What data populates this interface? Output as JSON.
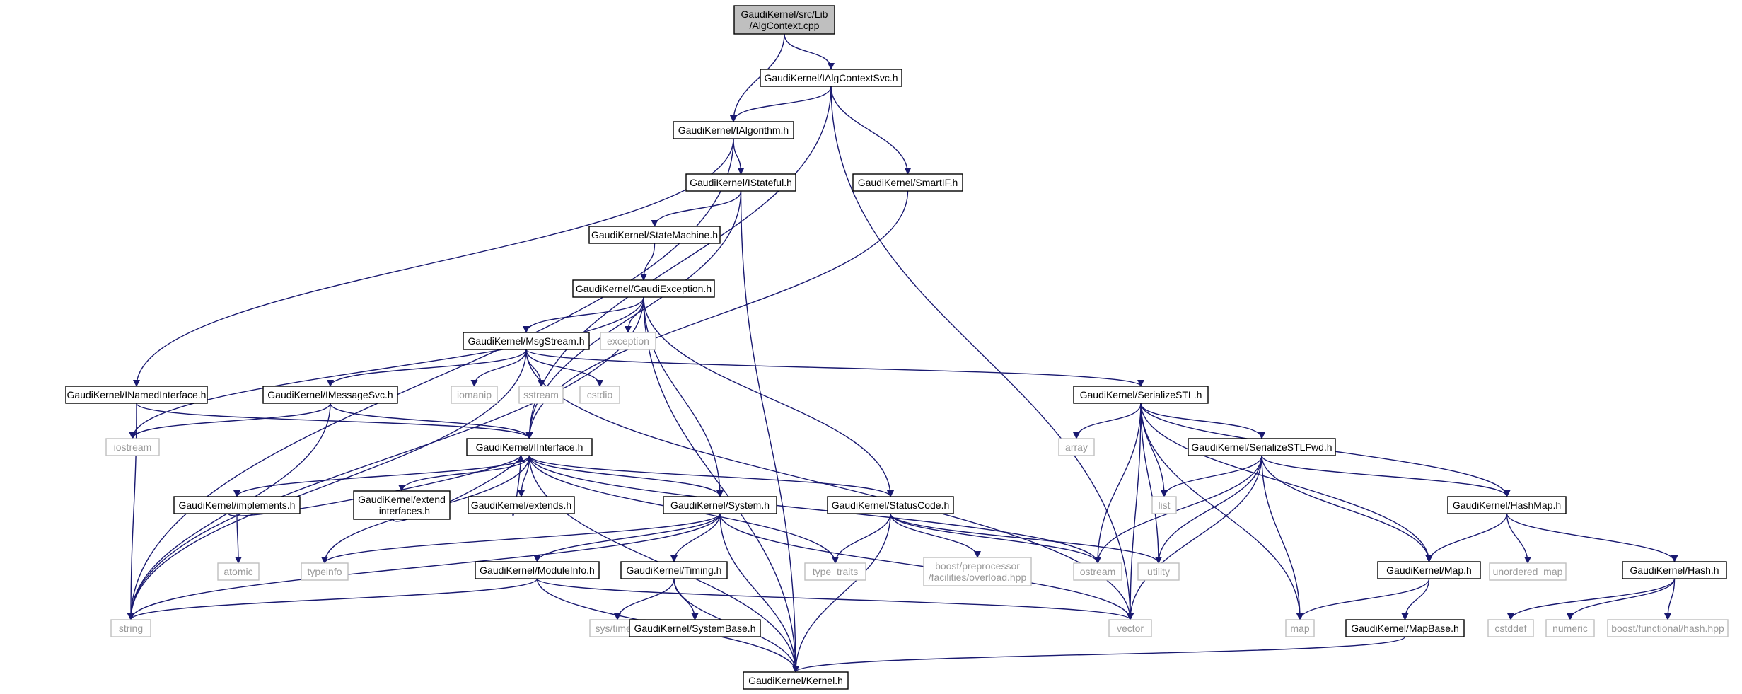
{
  "title": "",
  "colors": {
    "edge": "#191970",
    "root_fill": "#bfbfbf",
    "node_border": "#000000",
    "external_border": "#bfbfbf",
    "external_text": "#999999"
  },
  "nodes": [
    {
      "id": "root",
      "lines": [
        "GaudiKernel/src/Lib",
        "/AlgContext.cpp"
      ],
      "kind": "root"
    },
    {
      "id": "ialgctx",
      "lines": [
        "GaudiKernel/IAlgContextSvc.h"
      ],
      "kind": "file"
    },
    {
      "id": "ialg",
      "lines": [
        "GaudiKernel/IAlgorithm.h"
      ],
      "kind": "file"
    },
    {
      "id": "istateful",
      "lines": [
        "GaudiKernel/IStateful.h"
      ],
      "kind": "file"
    },
    {
      "id": "smartif",
      "lines": [
        "GaudiKernel/SmartIF.h"
      ],
      "kind": "file"
    },
    {
      "id": "statemachine",
      "lines": [
        "GaudiKernel/StateMachine.h"
      ],
      "kind": "file"
    },
    {
      "id": "gaudiexc",
      "lines": [
        "GaudiKernel/GaudiException.h"
      ],
      "kind": "file"
    },
    {
      "id": "msgstream",
      "lines": [
        "GaudiKernel/MsgStream.h"
      ],
      "kind": "file"
    },
    {
      "id": "exception",
      "lines": [
        "exception"
      ],
      "kind": "ext"
    },
    {
      "id": "inamed",
      "lines": [
        "GaudiKernel/INamedInterface.h"
      ],
      "kind": "file"
    },
    {
      "id": "imsgsvc",
      "lines": [
        "GaudiKernel/IMessageSvc.h"
      ],
      "kind": "file"
    },
    {
      "id": "iomanip",
      "lines": [
        "iomanip"
      ],
      "kind": "ext"
    },
    {
      "id": "sstream",
      "lines": [
        "sstream"
      ],
      "kind": "ext"
    },
    {
      "id": "cstdio",
      "lines": [
        "cstdio"
      ],
      "kind": "ext"
    },
    {
      "id": "serstl",
      "lines": [
        "GaudiKernel/SerializeSTL.h"
      ],
      "kind": "file"
    },
    {
      "id": "iostream",
      "lines": [
        "iostream"
      ],
      "kind": "ext"
    },
    {
      "id": "iinterface",
      "lines": [
        "GaudiKernel/IInterface.h"
      ],
      "kind": "file"
    },
    {
      "id": "array",
      "lines": [
        "array"
      ],
      "kind": "ext"
    },
    {
      "id": "serstlfwd",
      "lines": [
        "GaudiKernel/SerializeSTLFwd.h"
      ],
      "kind": "file"
    },
    {
      "id": "implements",
      "lines": [
        "GaudiKernel/implements.h"
      ],
      "kind": "file"
    },
    {
      "id": "extendintf",
      "lines": [
        "GaudiKernel/extend",
        "_interfaces.h"
      ],
      "kind": "file"
    },
    {
      "id": "extends",
      "lines": [
        "GaudiKernel/extends.h"
      ],
      "kind": "file"
    },
    {
      "id": "system",
      "lines": [
        "GaudiKernel/System.h"
      ],
      "kind": "file"
    },
    {
      "id": "statuscode",
      "lines": [
        "GaudiKernel/StatusCode.h"
      ],
      "kind": "file"
    },
    {
      "id": "list",
      "lines": [
        "list"
      ],
      "kind": "ext"
    },
    {
      "id": "hashmap",
      "lines": [
        "GaudiKernel/HashMap.h"
      ],
      "kind": "file"
    },
    {
      "id": "atomic",
      "lines": [
        "atomic"
      ],
      "kind": "ext"
    },
    {
      "id": "typeinfo",
      "lines": [
        "typeinfo"
      ],
      "kind": "ext"
    },
    {
      "id": "moduleinfo",
      "lines": [
        "GaudiKernel/ModuleInfo.h"
      ],
      "kind": "file"
    },
    {
      "id": "timing",
      "lines": [
        "GaudiKernel/Timing.h"
      ],
      "kind": "file"
    },
    {
      "id": "typetraits",
      "lines": [
        "type_traits"
      ],
      "kind": "ext"
    },
    {
      "id": "boostpp",
      "lines": [
        "boost/preprocessor",
        "/facilities/overload.hpp"
      ],
      "kind": "ext"
    },
    {
      "id": "ostream",
      "lines": [
        "ostream"
      ],
      "kind": "ext"
    },
    {
      "id": "utility",
      "lines": [
        "utility"
      ],
      "kind": "ext"
    },
    {
      "id": "mapkernel",
      "lines": [
        "GaudiKernel/Map.h"
      ],
      "kind": "file"
    },
    {
      "id": "unorderedmap",
      "lines": [
        "unordered_map"
      ],
      "kind": "ext"
    },
    {
      "id": "hashk",
      "lines": [
        "GaudiKernel/Hash.h"
      ],
      "kind": "file"
    },
    {
      "id": "string",
      "lines": [
        "string"
      ],
      "kind": "ext"
    },
    {
      "id": "systime",
      "lines": [
        "sys/time.h"
      ],
      "kind": "ext"
    },
    {
      "id": "systembase",
      "lines": [
        "GaudiKernel/SystemBase.h"
      ],
      "kind": "file"
    },
    {
      "id": "vector",
      "lines": [
        "vector"
      ],
      "kind": "ext"
    },
    {
      "id": "map",
      "lines": [
        "map"
      ],
      "kind": "ext"
    },
    {
      "id": "mapbase",
      "lines": [
        "GaudiKernel/MapBase.h"
      ],
      "kind": "file"
    },
    {
      "id": "cstddef",
      "lines": [
        "cstddef"
      ],
      "kind": "ext"
    },
    {
      "id": "numeric",
      "lines": [
        "numeric"
      ],
      "kind": "ext"
    },
    {
      "id": "boosthash",
      "lines": [
        "boost/functional/hash.hpp"
      ],
      "kind": "ext"
    },
    {
      "id": "kernel",
      "lines": [
        "GaudiKernel/Kernel.h"
      ],
      "kind": "file"
    }
  ]
}
